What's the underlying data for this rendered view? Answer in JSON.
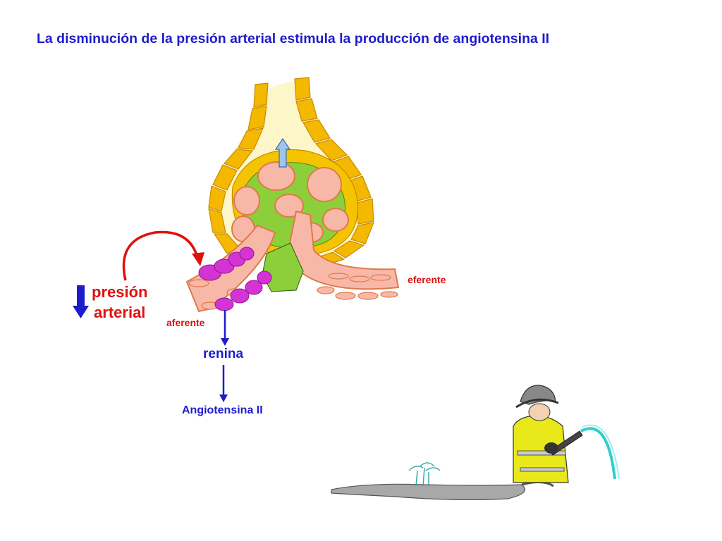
{
  "title": "La disminución de la presión arterial estimula la producción de angiotensina II",
  "labels": {
    "presion_line1": "presión",
    "presion_line2": "arterial",
    "eferente": "eferente",
    "aferente": "aferente",
    "renina": "renina",
    "angiotensina": "Angiotensina II"
  },
  "colors": {
    "title": "#1c1ccc",
    "red_text": "#e01010",
    "arrow_blue": "#1c1ccc",
    "capsule_yellow": "#f5b800",
    "capillary_pink": "#f7b8a8",
    "mesangium_green": "#8ccf3a",
    "juxtaglomerular_magenta": "#d633d6",
    "firefighter_yellow": "#e8e81a",
    "water_cyan": "#33cccc"
  }
}
